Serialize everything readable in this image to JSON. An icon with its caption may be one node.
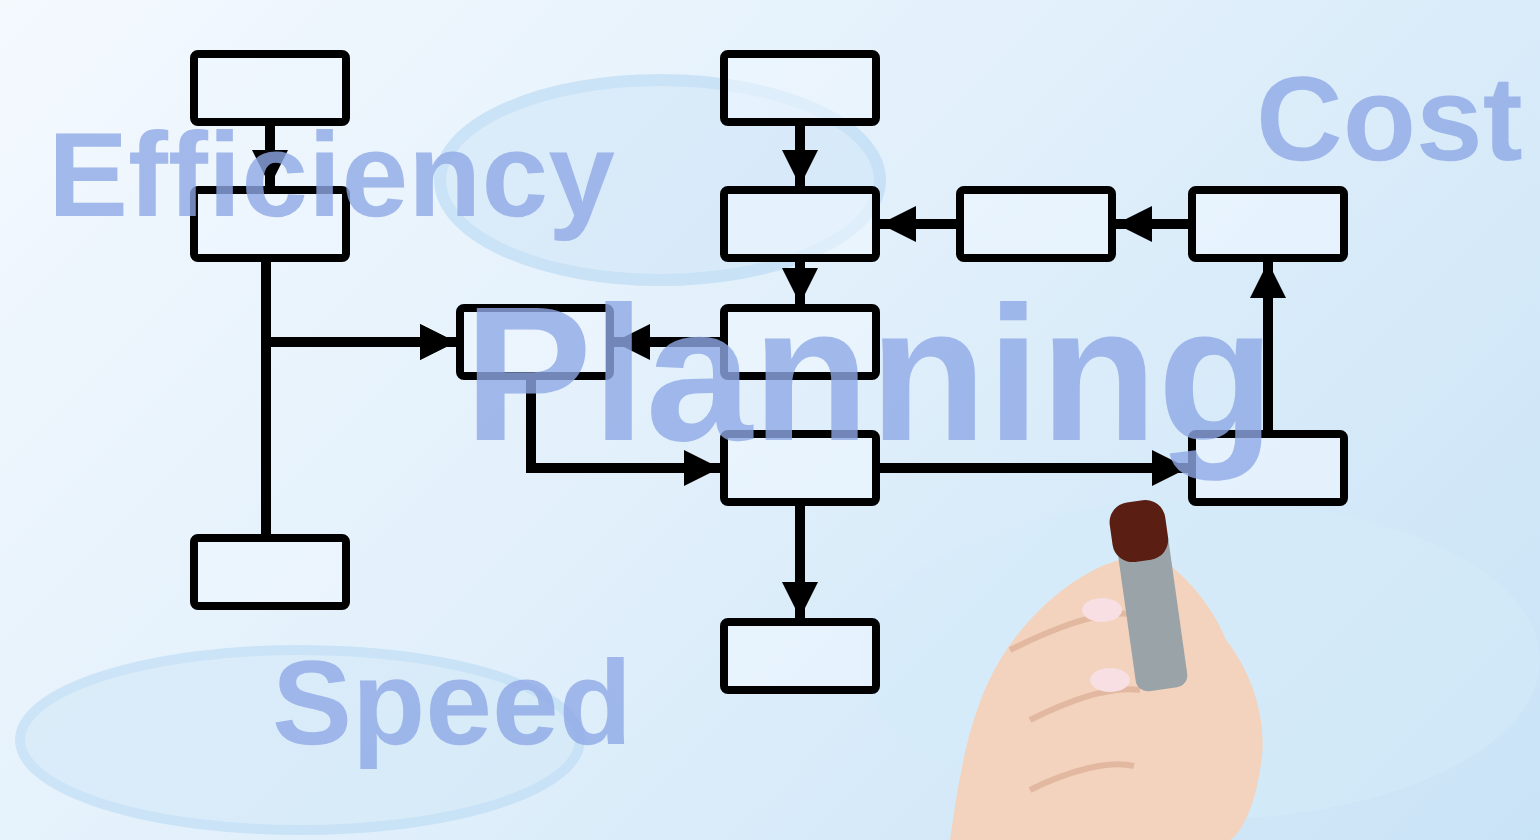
{
  "diagram": {
    "nodes": [
      {
        "text": [],
        "shape": "box"
      },
      {
        "text": [],
        "shape": "box"
      },
      {
        "text": [],
        "shape": "box"
      },
      {
        "text": [],
        "shape": "box"
      },
      {
        "text": [],
        "shape": "box"
      },
      {
        "text": [],
        "shape": "box"
      },
      {
        "text": [],
        "shape": "box"
      },
      {
        "text": [],
        "shape": "box"
      },
      {
        "text": [],
        "shape": "box"
      },
      {
        "text": [],
        "shape": "box"
      },
      {
        "text": [],
        "shape": "box"
      },
      {
        "text": [],
        "shape": "box"
      }
    ],
    "edges": [
      {
        "from": 0,
        "to": 1,
        "arrow": "to"
      },
      {
        "from": 1,
        "to": 3,
        "arrow": "to"
      },
      {
        "from": 2,
        "to": 3,
        "arrow": "to"
      },
      {
        "from": 3,
        "to": 9,
        "arrow": "to"
      },
      {
        "from": 4,
        "to": 5,
        "arrow": "to"
      },
      {
        "from": 5,
        "to": 8,
        "arrow": "to"
      },
      {
        "from": 8,
        "to": 3,
        "arrow": "to"
      },
      {
        "from": 6,
        "to": 5,
        "arrow": "to"
      },
      {
        "from": 7,
        "to": 6,
        "arrow": "to"
      },
      {
        "from": 9,
        "to": 11,
        "arrow": "to"
      },
      {
        "from": 9,
        "to": 10,
        "arrow": "to"
      },
      {
        "from": 10,
        "to": 7,
        "arrow": "to"
      }
    ],
    "labels": [
      "Cost",
      "Efficiency",
      "Planning",
      "Speed"
    ]
  }
}
